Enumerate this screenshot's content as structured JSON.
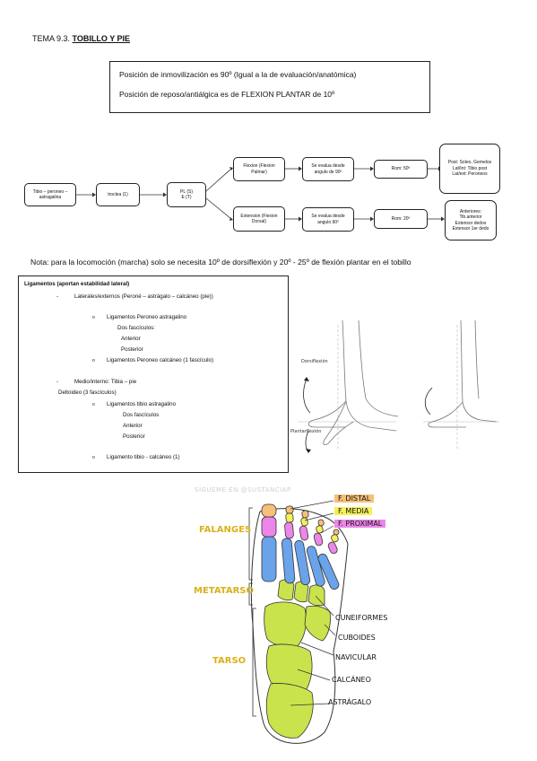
{
  "header": {
    "prefix": "TEMA 9.3. ",
    "topic": "TOBILLO Y PIE"
  },
  "positions": {
    "immobilization": "Posición de inmovilización es 90º (Igual a la de evaluación/anatómica)",
    "rest": "Posición de reposo/antiálgica es de FLEXION PLANTAR de 10º"
  },
  "flowchart": {
    "joint": [
      "Tibio – peroneo –",
      "astragalina"
    ],
    "type": "troclea (1)",
    "axes": [
      "PL (S)",
      "E (T)"
    ],
    "flexion": {
      "movement": [
        "Flexion (Flexion",
        "Palmar)"
      ],
      "eval": [
        "Se evalua desde",
        "angulo de 90º"
      ],
      "rom": "Rom: 50º",
      "muscles": [
        "Post: Soleo, Gemelos",
        "Lat/Int: Tibio post",
        "Lat/ext: Peroneos"
      ]
    },
    "extension": {
      "movement": [
        "Extension (Flexion",
        "Dorsal)"
      ],
      "eval": [
        "Se evalua desde",
        "angulo 90º"
      ],
      "rom": "Rom: 20º",
      "muscles": [
        "Anteriores:",
        "Tib.anterior",
        "Extensor dedos",
        "Extensor 1er dedo"
      ]
    }
  },
  "note": "Nota: para la locomoción (marcha) solo se necesita 10º de dorsiflexión  y 20º - 25º de flexión plantar en el tobillo",
  "ligaments": {
    "heading": "Ligamentos (aportan estabilidad lateral)",
    "dash": "-",
    "bullet": "o",
    "lateral": "Laterales/externos (Peroné – astrágalo – calcáneo (pie))",
    "peroneo_astragalino": "Ligamentos Peroneo astragalino",
    "dos_fasciculos_1": "Dos fascículos:",
    "anterior_1": "Anterior",
    "posterior_1": "Posterior",
    "peroneo_calcaneo": "Ligamentos Peroneo calcáneo (1 fascículo)",
    "medial": "Medio/interno: Tibia – pie",
    "deltoid": "Deltoideo (3 fascículos)",
    "tibio_astragalino": "Ligamentos tibio astragalino",
    "dos_fasciculos_2": "Dos fascículos",
    "anterior_2": "Anterior",
    "posterior_2": "Posterior",
    "tibio_calcaneo": "Ligamento tibio - calcáneo (1)"
  },
  "ankle_figure": {
    "dorsiflexion": "Dorsiflexión",
    "plantarflexion": "Plantarflexión"
  },
  "foot_figure": {
    "watermark": "SÍGUEME EN @SUSTANCIAP",
    "falanges": "FALANGES",
    "metatarso": "METATARSO",
    "tarso": "TARSO",
    "distal": "F. DISTAL",
    "media": "F. MEDIA",
    "proximal": "F. PROXIMAL",
    "cuneiformes": "CUNEIFORMES",
    "cuboides": "CUBOIDES",
    "navicular": "NAVICULAR",
    "calcaneo": "CALCÁNEO",
    "astragalo": "ASTRÁGALO"
  },
  "colors": {
    "distal": "#f6c07a",
    "media": "#f5ef5b",
    "proximal": "#ec86e8",
    "metatarsal": "#6aa3ea",
    "tarsal": "#c9e34c",
    "label_accent": "#d8b21a"
  }
}
